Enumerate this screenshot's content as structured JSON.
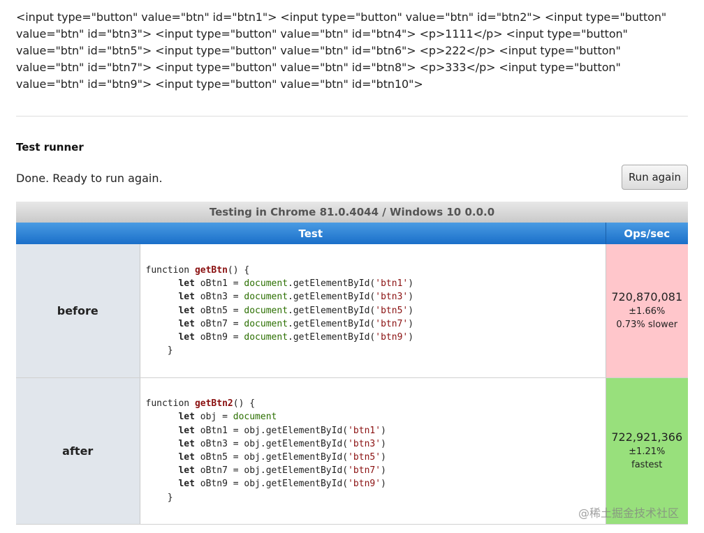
{
  "html_preview": "<input type=\"button\" value=\"btn\" id=\"btn1\"> <input type=\"button\" value=\"btn\" id=\"btn2\"> <input type=\"button\" value=\"btn\" id=\"btn3\"> <input type=\"button\" value=\"btn\" id=\"btn4\"> <p>1111</p> <input type=\"button\" value=\"btn\" id=\"btn5\"> <input type=\"button\" value=\"btn\" id=\"btn6\"> <p>222</p> <input type=\"button\" value=\"btn\" id=\"btn7\"> <input type=\"button\" value=\"btn\" id=\"btn8\"> <p>333</p> <input type=\"button\" value=\"btn\" id=\"btn9\"> <input type=\"button\" value=\"btn\" id=\"btn10\">",
  "runner": {
    "heading": "Test runner",
    "status": "Done. Ready to run again.",
    "run_button_label": "Run again"
  },
  "results": {
    "caption": "Testing in Chrome 81.0.4044 / Windows 10 0.0.0",
    "header_test": "Test",
    "header_ops": "Ops/sec",
    "rows": [
      {
        "label": "before",
        "ops_value": "720,870,081",
        "ops_margin": "±1.66%",
        "ops_note": "0.73% slower",
        "status_color": "#ffc6cb"
      },
      {
        "label": "after",
        "ops_value": "722,921,366",
        "ops_margin": "±1.21%",
        "ops_note": "fastest",
        "status_color": "#98e07c"
      }
    ]
  },
  "code": {
    "before": [
      [
        {
          "t": "function ",
          "c": "kw-plain"
        },
        {
          "t": "getBtn",
          "c": "fn"
        },
        {
          "t": "() {",
          "c": ""
        }
      ],
      [
        {
          "t": "      ",
          "c": ""
        },
        {
          "t": "let",
          "c": "kw"
        },
        {
          "t": " oBtn1 = ",
          "c": ""
        },
        {
          "t": "document",
          "c": "doc"
        },
        {
          "t": ".getElementById(",
          "c": ""
        },
        {
          "t": "'btn1'",
          "c": "str"
        },
        {
          "t": ")",
          "c": ""
        }
      ],
      [
        {
          "t": "      ",
          "c": ""
        },
        {
          "t": "let",
          "c": "kw"
        },
        {
          "t": " oBtn3 = ",
          "c": ""
        },
        {
          "t": "document",
          "c": "doc"
        },
        {
          "t": ".getElementById(",
          "c": ""
        },
        {
          "t": "'btn3'",
          "c": "str"
        },
        {
          "t": ")",
          "c": ""
        }
      ],
      [
        {
          "t": "      ",
          "c": ""
        },
        {
          "t": "let",
          "c": "kw"
        },
        {
          "t": " oBtn5 = ",
          "c": ""
        },
        {
          "t": "document",
          "c": "doc"
        },
        {
          "t": ".getElementById(",
          "c": ""
        },
        {
          "t": "'btn5'",
          "c": "str"
        },
        {
          "t": ")",
          "c": ""
        }
      ],
      [
        {
          "t": "      ",
          "c": ""
        },
        {
          "t": "let",
          "c": "kw"
        },
        {
          "t": " oBtn7 = ",
          "c": ""
        },
        {
          "t": "document",
          "c": "doc"
        },
        {
          "t": ".getElementById(",
          "c": ""
        },
        {
          "t": "'btn7'",
          "c": "str"
        },
        {
          "t": ")",
          "c": ""
        }
      ],
      [
        {
          "t": "      ",
          "c": ""
        },
        {
          "t": "let",
          "c": "kw"
        },
        {
          "t": " oBtn9 = ",
          "c": ""
        },
        {
          "t": "document",
          "c": "doc"
        },
        {
          "t": ".getElementById(",
          "c": ""
        },
        {
          "t": "'btn9'",
          "c": "str"
        },
        {
          "t": ")",
          "c": ""
        }
      ],
      [
        {
          "t": "    }",
          "c": ""
        }
      ]
    ],
    "after": [
      [
        {
          "t": "function ",
          "c": "kw-plain"
        },
        {
          "t": "getBtn2",
          "c": "fn"
        },
        {
          "t": "() {",
          "c": ""
        }
      ],
      [
        {
          "t": "      ",
          "c": ""
        },
        {
          "t": "let",
          "c": "kw"
        },
        {
          "t": " obj = ",
          "c": ""
        },
        {
          "t": "document",
          "c": "doc"
        }
      ],
      [
        {
          "t": "      ",
          "c": ""
        },
        {
          "t": "let",
          "c": "kw"
        },
        {
          "t": " oBtn1 = obj.getElementById(",
          "c": ""
        },
        {
          "t": "'btn1'",
          "c": "str"
        },
        {
          "t": ")",
          "c": ""
        }
      ],
      [
        {
          "t": "      ",
          "c": ""
        },
        {
          "t": "let",
          "c": "kw"
        },
        {
          "t": " oBtn3 = obj.getElementById(",
          "c": ""
        },
        {
          "t": "'btn3'",
          "c": "str"
        },
        {
          "t": ")",
          "c": ""
        }
      ],
      [
        {
          "t": "      ",
          "c": ""
        },
        {
          "t": "let",
          "c": "kw"
        },
        {
          "t": " oBtn5 = obj.getElementById(",
          "c": ""
        },
        {
          "t": "'btn5'",
          "c": "str"
        },
        {
          "t": ")",
          "c": ""
        }
      ],
      [
        {
          "t": "      ",
          "c": ""
        },
        {
          "t": "let",
          "c": "kw"
        },
        {
          "t": " oBtn7 = obj.getElementById(",
          "c": ""
        },
        {
          "t": "'btn7'",
          "c": "str"
        },
        {
          "t": ")",
          "c": ""
        }
      ],
      [
        {
          "t": "      ",
          "c": ""
        },
        {
          "t": "let",
          "c": "kw"
        },
        {
          "t": " oBtn9 = obj.getElementById(",
          "c": ""
        },
        {
          "t": "'btn9'",
          "c": "str"
        },
        {
          "t": ")",
          "c": ""
        }
      ],
      [
        {
          "t": "    }",
          "c": ""
        }
      ]
    ]
  },
  "watermark": "@稀土掘金技术社区"
}
